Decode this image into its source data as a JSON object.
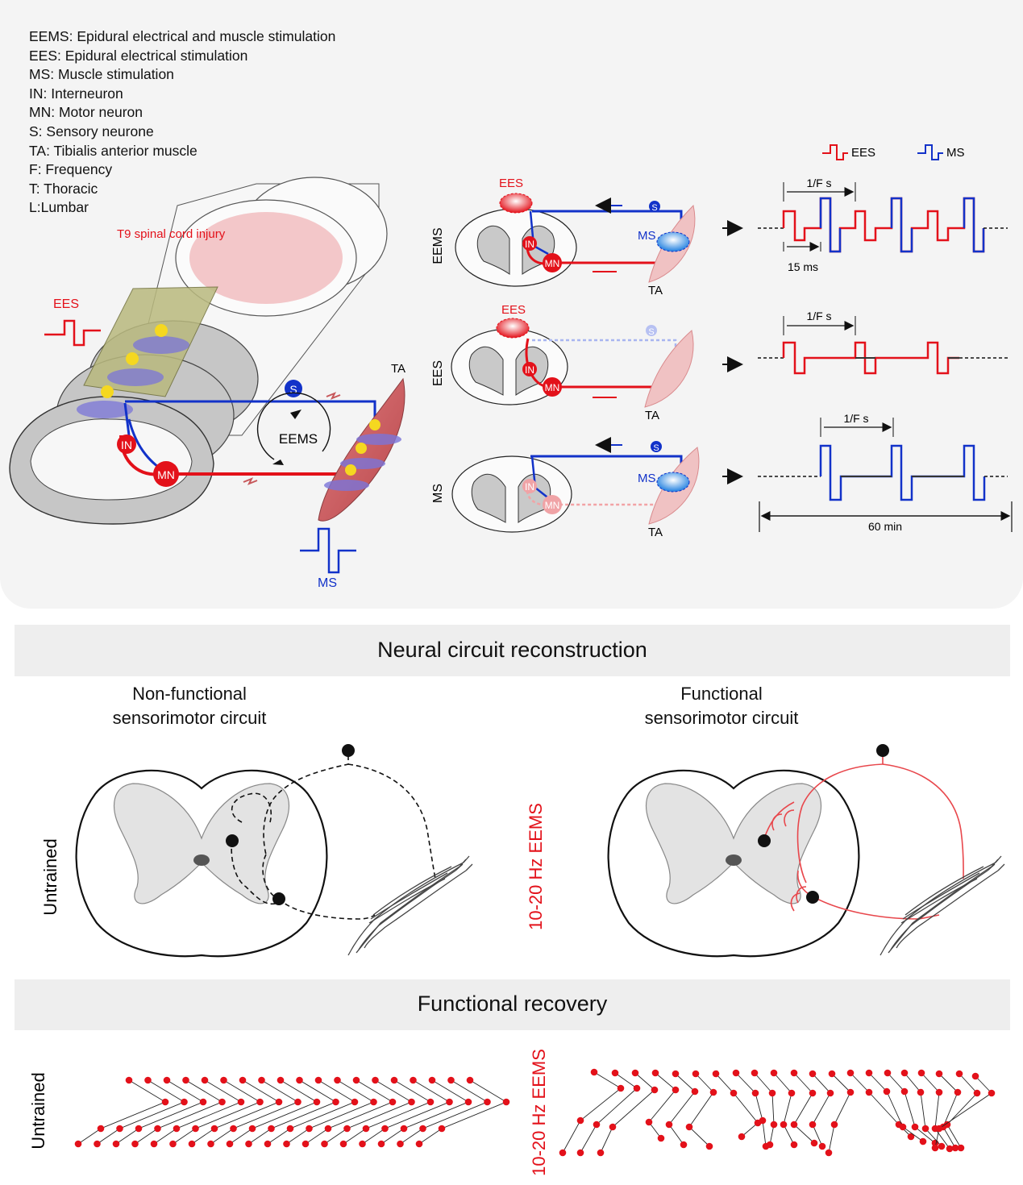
{
  "legend": {
    "abbreviations": [
      "EEMS: Epidural electrical and muscle stimulation",
      "EES: Epidural electrical stimulation",
      "MS: Muscle stimulation",
      "IN: Interneuron",
      "MN: Motor neuron",
      "S: Sensory neurone",
      "TA: Tibialis anterior muscle",
      "F: Frequency",
      "T: Thoracic",
      "L:Lumbar"
    ]
  },
  "left_schematic": {
    "injury_label": "T9 spinal cord injury",
    "ees_label": "EES",
    "ms_label": "MS",
    "loop_label": "EEMS",
    "muscle_label": "TA",
    "sensory_label": "S",
    "interneuron_label": "IN",
    "motor_label": "MN"
  },
  "modes": {
    "eems": {
      "row_label": "EEMS",
      "ees_label": "EES",
      "ms_label": "MS",
      "muscle_label": "TA",
      "sensory_label": "S",
      "in_label": "IN",
      "mn_label": "MN"
    },
    "ees": {
      "row_label": "EES",
      "ees_label": "EES",
      "muscle_label": "TA",
      "sensory_label": "S",
      "in_label": "IN",
      "mn_label": "MN"
    },
    "ms": {
      "row_label": "MS",
      "ms_label": "MS",
      "muscle_label": "TA",
      "sensory_label": "S",
      "in_label": "IN",
      "mn_label": "MN"
    }
  },
  "waveform_legend": {
    "ees": "EES",
    "ms": "MS"
  },
  "waveform_labels": {
    "period_eems": "1/F s",
    "delay": "15 ms",
    "period_ees": "1/F s",
    "period_ms": "1/F s",
    "duration": "60 min"
  },
  "colors": {
    "ees": "#e3111a",
    "ms": "#1232c9",
    "muscle": "#c7575a",
    "grey_matter": "#cfcfcf"
  },
  "circuit": {
    "banner": "Neural circuit reconstruction",
    "left_title_1": "Non-functional",
    "left_title_2": "sensorimotor circuit",
    "right_title_1": "Functional",
    "right_title_2": "sensorimotor circuit",
    "row_label": "Untrained",
    "treatment_label": "10-20 Hz EEMS"
  },
  "recovery": {
    "banner": "Functional recovery",
    "row_label": "Untrained",
    "treatment_label": "10-20 Hz EEMS"
  }
}
